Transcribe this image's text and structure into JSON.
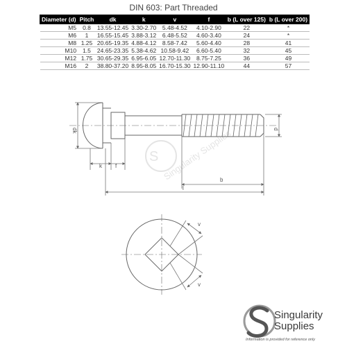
{
  "title": "DIN 603: Part Threaded",
  "table": {
    "headers": [
      "Diameter (d)",
      "Pitch",
      "dk",
      "k",
      "v",
      "f",
      "b (L over 125)",
      "b (L over 200)"
    ],
    "rows": [
      [
        "M5",
        "0.8",
        "13.55-12.45",
        "3.30-2.70",
        "5.48-4.52",
        "4.10-2.90",
        "22",
        "*"
      ],
      [
        "M6",
        "1",
        "16.55-15.45",
        "3.88-3.12",
        "6.48-5.52",
        "4.60-3.40",
        "24",
        "*"
      ],
      [
        "M8",
        "1.25",
        "20.65-19.35",
        "4.88-4.12",
        "8.58-7.42",
        "5.60-4.40",
        "28",
        "41"
      ],
      [
        "M10",
        "1.5",
        "24.65-23.35",
        "5.38-4.62",
        "10.58-9.42",
        "6.60-5.40",
        "32",
        "45"
      ],
      [
        "M12",
        "1.75",
        "30.65-29.35",
        "6.95-6.05",
        "12.70-11.30",
        "8.75-7.25",
        "36",
        "49"
      ],
      [
        "M16",
        "2",
        "38.80-37.20",
        "8.95-8.05",
        "16.70-15.30",
        "12.90-11.10",
        "44",
        "57"
      ]
    ]
  },
  "diagram_labels": {
    "dk": "dk",
    "d": "d",
    "k": "k",
    "f": "f",
    "b": "b",
    "l": "l",
    "v_top": "v",
    "v_bottom": "v"
  },
  "watermark": "Singularity Supplies",
  "logo": {
    "line1": "Singularity",
    "line2": "Supplies",
    "mark": "S",
    "notice": "Information is provided for reference only"
  },
  "colors": {
    "line": "#666666",
    "header_bg": "#000000",
    "logo_text": "#3a3a3a"
  }
}
